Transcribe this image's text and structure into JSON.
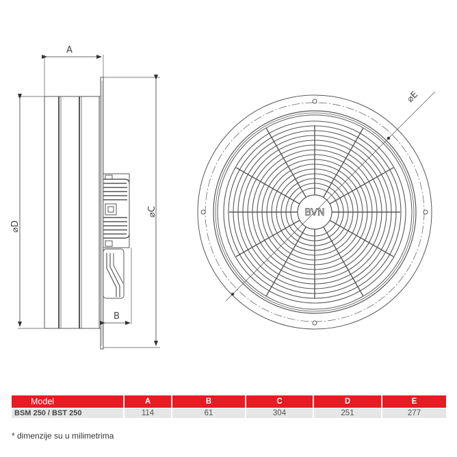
{
  "diagram": {
    "side_view": {
      "labels": {
        "A": "A",
        "B": "B",
        "C": "⌀C",
        "D": "⌀D"
      }
    },
    "front_view": {
      "labels": {
        "E": "⌀E"
      },
      "hub_logo": "BVN"
    }
  },
  "table": {
    "headers": [
      "Model",
      "A",
      "B",
      "C",
      "D",
      "E"
    ],
    "rows": [
      {
        "model": "BSM 250 / BST 250",
        "A": "114",
        "B": "61",
        "C": "304",
        "D": "251",
        "E": "277"
      }
    ]
  },
  "note": "* dimenzije su u milimetrima",
  "colors": {
    "header_bg": "#e61b23",
    "row_bg": "#e6e6e6",
    "line": "#555555"
  }
}
